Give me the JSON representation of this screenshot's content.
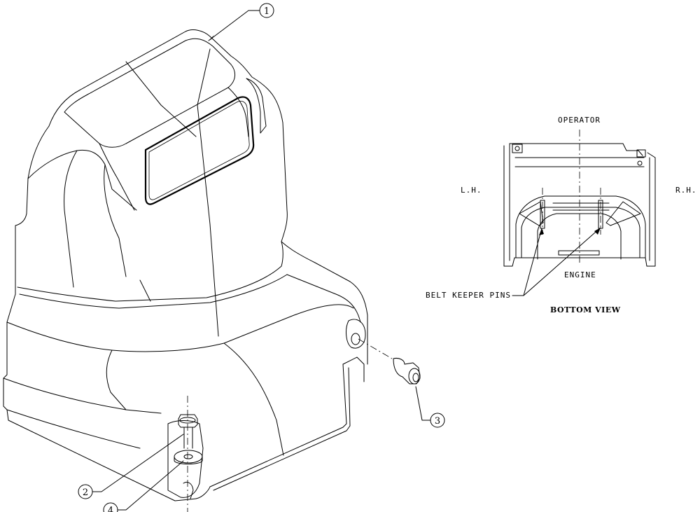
{
  "callouts": [
    {
      "id": "callout-1",
      "text": "1"
    },
    {
      "id": "callout-2",
      "text": "2"
    },
    {
      "id": "callout-3",
      "text": "3"
    },
    {
      "id": "callout-4",
      "text": "4"
    }
  ],
  "bottom_view": {
    "title": "BOTTOM VIEW",
    "operator": "OPERATOR",
    "left": "L.H.",
    "right": "R.H.",
    "engine": "ENGINE",
    "pins_label": "BELT KEEPER PINS"
  }
}
